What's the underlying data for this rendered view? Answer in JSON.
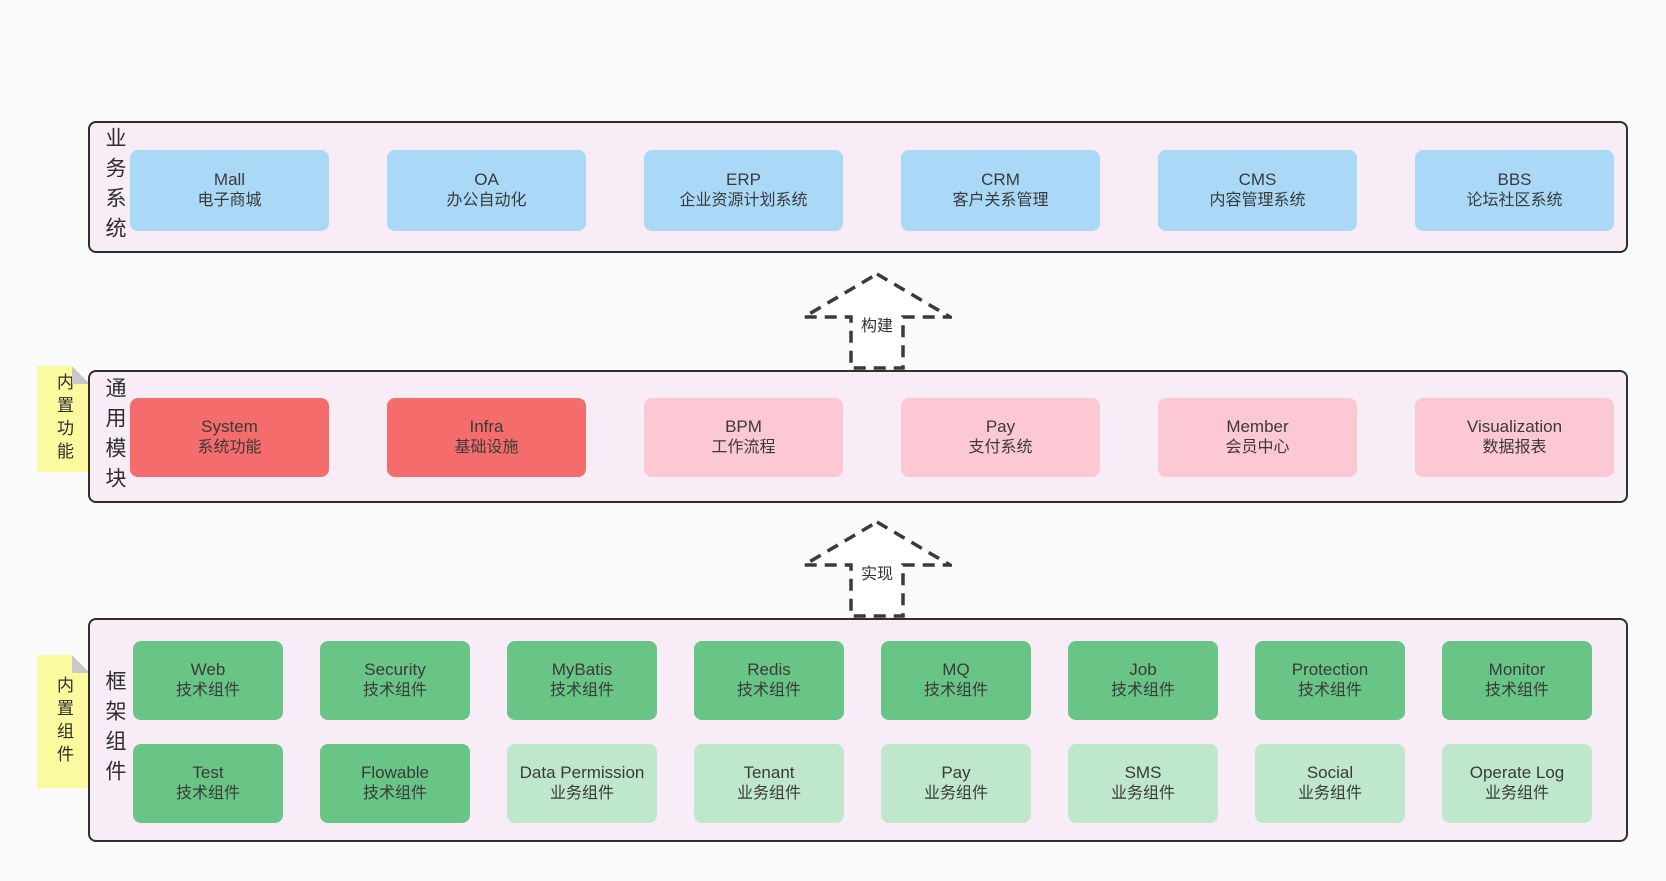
{
  "diagram": {
    "arrows": [
      {
        "label": "构建"
      },
      {
        "label": "实现"
      }
    ],
    "layers": {
      "business": {
        "label": "业务系统",
        "boxes": [
          {
            "title": "Mall",
            "subtitle": "电子商城"
          },
          {
            "title": "OA",
            "subtitle": "办公自动化"
          },
          {
            "title": "ERP",
            "subtitle": "企业资源计划系统"
          },
          {
            "title": "CRM",
            "subtitle": "客户关系管理"
          },
          {
            "title": "CMS",
            "subtitle": "内容管理系统"
          },
          {
            "title": "BBS",
            "subtitle": "论坛社区系统"
          }
        ]
      },
      "modules": {
        "tab": "内置功能",
        "label": "通用模块",
        "boxes": [
          {
            "title": "System",
            "subtitle": "系统功能"
          },
          {
            "title": "Infra",
            "subtitle": "基础设施"
          },
          {
            "title": "BPM",
            "subtitle": "工作流程"
          },
          {
            "title": "Pay",
            "subtitle": "支付系统"
          },
          {
            "title": "Member",
            "subtitle": "会员中心"
          },
          {
            "title": "Visualization",
            "subtitle": "数据报表"
          }
        ]
      },
      "components": {
        "tab": "内置组件",
        "label": "框架组件",
        "row1": [
          {
            "title": "Web",
            "subtitle": "技术组件"
          },
          {
            "title": "Security",
            "subtitle": "技术组件"
          },
          {
            "title": "MyBatis",
            "subtitle": "技术组件"
          },
          {
            "title": "Redis",
            "subtitle": "技术组件"
          },
          {
            "title": "MQ",
            "subtitle": "技术组件"
          },
          {
            "title": "Job",
            "subtitle": "技术组件"
          },
          {
            "title": "Protection",
            "subtitle": "技术组件"
          },
          {
            "title": "Monitor",
            "subtitle": "技术组件"
          }
        ],
        "row2": [
          {
            "title": "Test",
            "subtitle": "技术组件"
          },
          {
            "title": "Flowable",
            "subtitle": "技术组件"
          },
          {
            "title": "Data Permission",
            "subtitle": "业务组件"
          },
          {
            "title": "Tenant",
            "subtitle": "业务组件"
          },
          {
            "title": "Pay",
            "subtitle": "业务组件"
          },
          {
            "title": "SMS",
            "subtitle": "业务组件"
          },
          {
            "title": "Social",
            "subtitle": "业务组件"
          },
          {
            "title": "Operate Log",
            "subtitle": "业务组件"
          }
        ]
      }
    },
    "colors": {
      "page_background": "#fafafa",
      "panel_background": "#f8edf6",
      "panel_border": "#2f2f2f",
      "business_box": "#a9d9f7",
      "module_core_box": "#f56c6c",
      "module_box": "#fcc8d3",
      "tech_component_box": "#68c585",
      "biz_component_box": "#bfe7cb",
      "side_tab": "#fbfa9e",
      "text": "#3a3a3a"
    }
  }
}
